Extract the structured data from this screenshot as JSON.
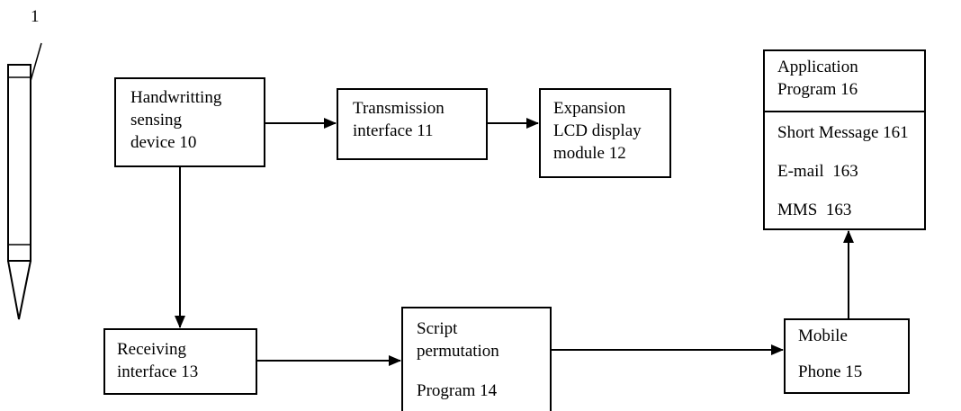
{
  "reference_label": "1",
  "blocks": {
    "handwriting": "Handwritting\nsensing\ndevice 10",
    "transmission": "Transmission\ninterface 11",
    "expansion": "Expansion\nLCD display\nmodule 12",
    "application_header": "Application\nProgram 16",
    "application_items": [
      "Short Message 161",
      "E-mail  163",
      "MMS  163"
    ],
    "receiving": "Receiving\ninterface 13",
    "script_title": "Script\npermutation",
    "script_program": "Program 14",
    "mobile_line1": "Mobile",
    "mobile_line2": "Phone 15"
  },
  "colors": {
    "line": "#000000",
    "background": "#ffffff"
  }
}
